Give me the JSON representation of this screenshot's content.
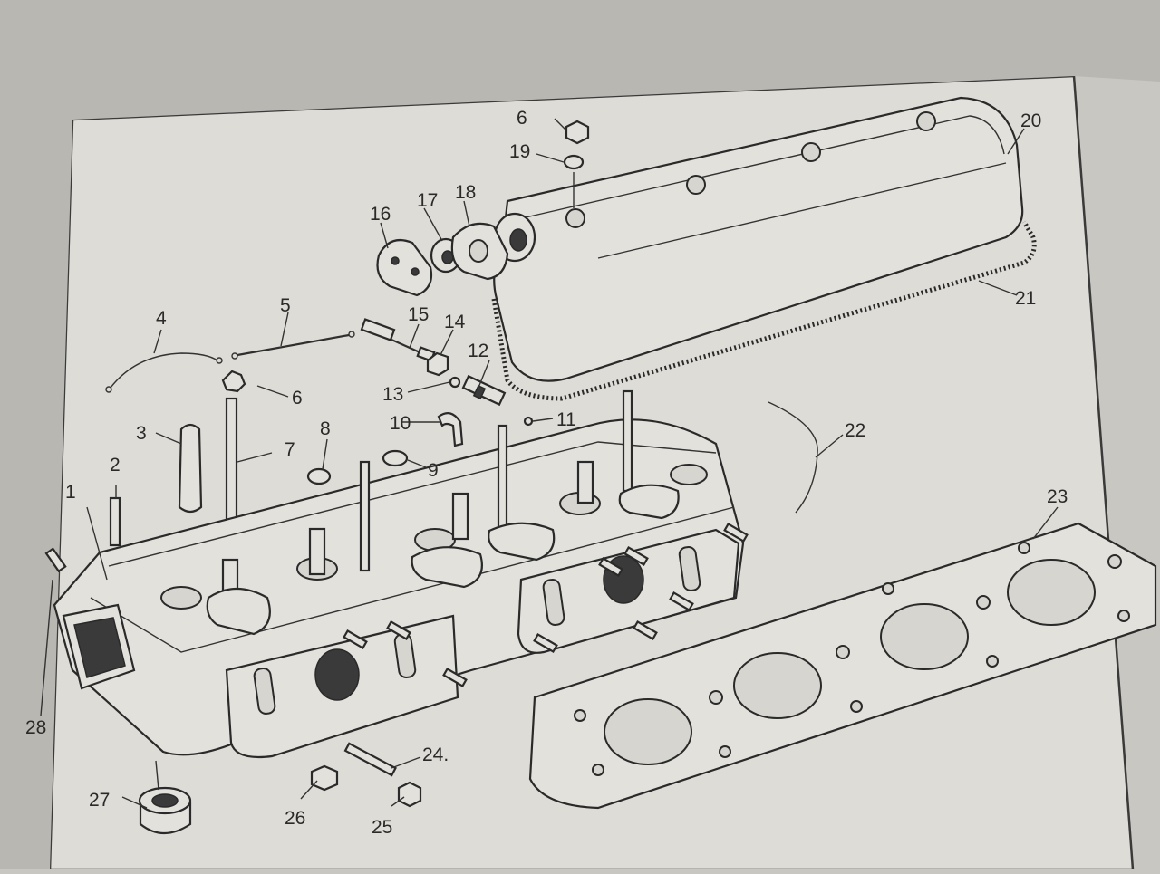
{
  "diagram": {
    "callouts": [
      {
        "id": "c1",
        "label": "1"
      },
      {
        "id": "c2",
        "label": "2"
      },
      {
        "id": "c3",
        "label": "3"
      },
      {
        "id": "c4",
        "label": "4"
      },
      {
        "id": "c5",
        "label": "5"
      },
      {
        "id": "c6a",
        "label": "6"
      },
      {
        "id": "c6b",
        "label": "6"
      },
      {
        "id": "c7",
        "label": "7"
      },
      {
        "id": "c8",
        "label": "8"
      },
      {
        "id": "c9",
        "label": "9"
      },
      {
        "id": "c10",
        "label": "10"
      },
      {
        "id": "c11",
        "label": "11"
      },
      {
        "id": "c12",
        "label": "12"
      },
      {
        "id": "c13",
        "label": "13"
      },
      {
        "id": "c14",
        "label": "14"
      },
      {
        "id": "c15",
        "label": "15"
      },
      {
        "id": "c16",
        "label": "16"
      },
      {
        "id": "c17",
        "label": "17"
      },
      {
        "id": "c18",
        "label": "18"
      },
      {
        "id": "c19",
        "label": "19"
      },
      {
        "id": "c20",
        "label": "20"
      },
      {
        "id": "c21",
        "label": "21"
      },
      {
        "id": "c22",
        "label": "22"
      },
      {
        "id": "c23",
        "label": "23"
      },
      {
        "id": "c24",
        "label": "24."
      },
      {
        "id": "c25",
        "label": "25"
      },
      {
        "id": "c26",
        "label": "26"
      },
      {
        "id": "c27",
        "label": "27"
      },
      {
        "id": "c28",
        "label": "28"
      }
    ]
  }
}
